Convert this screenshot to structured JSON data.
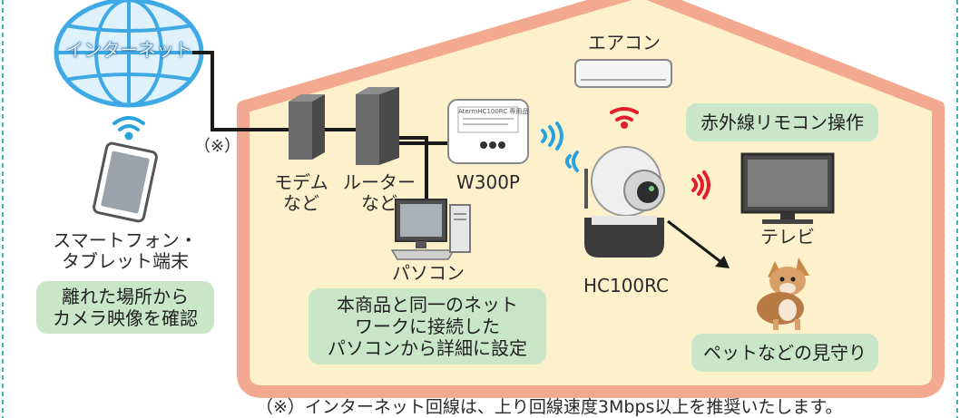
{
  "internet": {
    "label": "インターネット"
  },
  "wan_note": {
    "label": "（※）"
  },
  "devices": {
    "modem": {
      "line1": "モデム",
      "line2": "など"
    },
    "router": {
      "line1": "ルーター",
      "line2": "など"
    },
    "ap": {
      "label": "W300P",
      "screen_title": "AtermHC100RC 専用品"
    },
    "pc": {
      "label": "パソコン"
    },
    "camera": {
      "label": "HC100RC"
    },
    "aircon": {
      "label": "エアコン"
    },
    "tv": {
      "label": "テレビ"
    },
    "smartphone": {
      "line1": "スマートフォン・",
      "line2": "タブレット端末"
    }
  },
  "notes": {
    "remote": {
      "line1": "離れた場所から",
      "line2": "カメラ映像を確認"
    },
    "pc_setup": {
      "line1": "本商品と同一のネット",
      "line2": "ワークに接続した",
      "line3": "パソコンから詳細に設定"
    },
    "ir": {
      "label": "赤外線リモコン操作"
    },
    "pet": {
      "label": "ペットなどの見守り"
    }
  },
  "footnote": {
    "text": "（※）インターネット回線は、上り回線速度3Mbps以上を推奨いたします。"
  },
  "colors": {
    "house_border": "#f2a98f",
    "house_fill": "#fdf1cc",
    "pill": "#c9e6c9",
    "wifi": "#2aa3dc",
    "ir_signal": "#e21e2a",
    "cable": "#1a1a1a",
    "frame_dash": "#3fb8b0",
    "globe": "#3fa9e6"
  }
}
